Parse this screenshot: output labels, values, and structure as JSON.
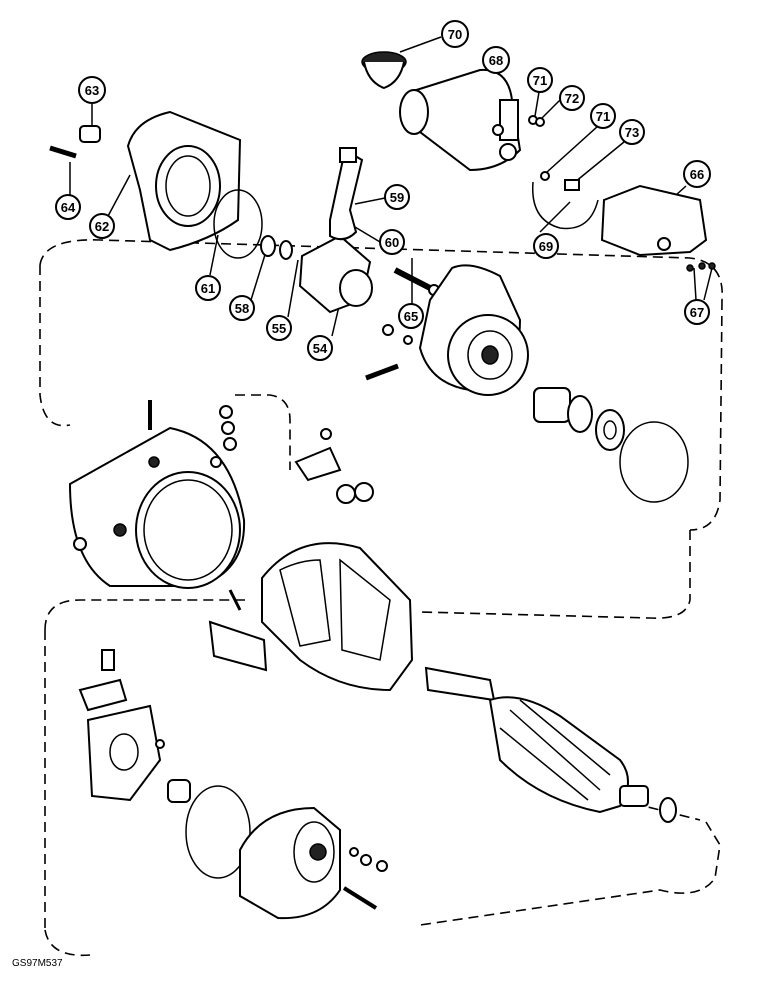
{
  "diagram": {
    "reference_code": "GS97M537",
    "callouts": [
      "70",
      "68",
      "63",
      "71",
      "72",
      "71",
      "73",
      "66",
      "59",
      "64",
      "62",
      "60",
      "69",
      "61",
      "58",
      "55",
      "65",
      "54",
      "67"
    ]
  }
}
